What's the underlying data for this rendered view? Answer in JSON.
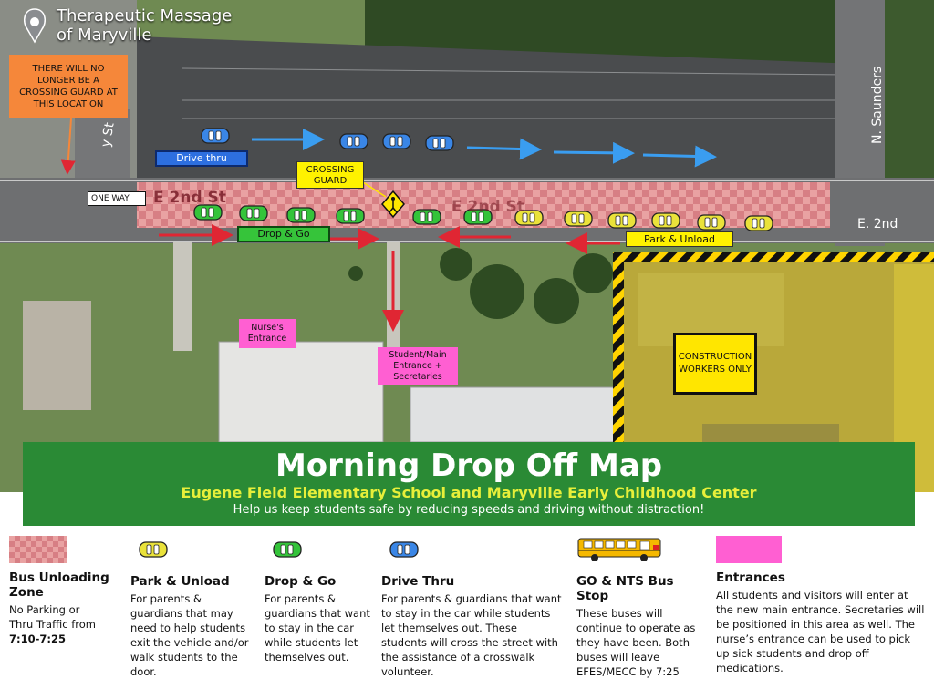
{
  "map": {
    "place_label": "Therapeutic Massage\nof Maryville",
    "place_line1": "Therapeutic Massage",
    "place_line2": "of Maryville",
    "no_guard_note": "THERE WILL NO LONGER BE A CROSSING GUARD AT THIS LOCATION",
    "drive_thru_label": "Drive thru",
    "crossing_guard_label": "CROSSING GUARD",
    "drop_go_label": "Drop & Go",
    "park_unload_label": "Park & Unload",
    "one_way_label": "ONE WAY",
    "street_e2nd": "E 2nd St",
    "street_e2nd_right": "E. 2nd",
    "street_n_saunders": "N. Saunders",
    "street_st": "y St",
    "nurse_entrance": "Nurse's Entrance",
    "main_entrance": "Student/Main Entrance + Secretaries",
    "construction": "CONSTRUCTION WORKERS ONLY"
  },
  "banner": {
    "title": "Morning Drop Off Map",
    "subtitle": "Eugene Field Elementary School and Maryville Early Childhood Center",
    "tagline": "Help us keep students safe by reducing speeds and driving without distraction!"
  },
  "legend": [
    {
      "key": "bus-unloading",
      "title": "Bus Unloading Zone",
      "line1": "No Parking or",
      "line2": "Thru Traffic from",
      "time": "7:10-7:25"
    },
    {
      "key": "park-unload",
      "title": "Park & Unload",
      "text": "For parents & guardians that may need to help students exit the vehicle and/or walk students to the door."
    },
    {
      "key": "drop-go",
      "title": "Drop & Go",
      "text": "For parents & guardians that want to stay in the car while students let themselves out."
    },
    {
      "key": "drive-thru",
      "title": "Drive Thru",
      "text": "For parents & guardians that want to stay in the car while students let themselves out. These students will cross the street with the assistance of a crosswalk volunteer."
    },
    {
      "key": "bus-stop",
      "title": "GO & NTS Bus Stop",
      "text": "These buses will continue to operate as they have been. Both buses will leave EFES/MECC by 7:25"
    },
    {
      "key": "entrances",
      "title": "Entrances",
      "text": "All students and visitors will enter at the new main entrance. Secretaries will be positioned in this area as well. The nurse’s entrance can be used to pick up sick students and drop off medications."
    }
  ],
  "colors": {
    "drive_thru": "#2d6fe0",
    "drop_go": "#36c43a",
    "park_unload": "#f0ea3c",
    "entrance_pink": "#ff5fd2",
    "bus_zone": "#e89a9a",
    "banner_green": "#2a8a35",
    "banner_subtitle": "#e7ef3a",
    "arrow_red": "#e02633",
    "arrow_blue": "#3a9df0"
  },
  "icons": [
    "location-pin-icon",
    "pedestrian-crossing-icon",
    "one-way-sign-icon",
    "school-bus-icon",
    "car-icon"
  ]
}
